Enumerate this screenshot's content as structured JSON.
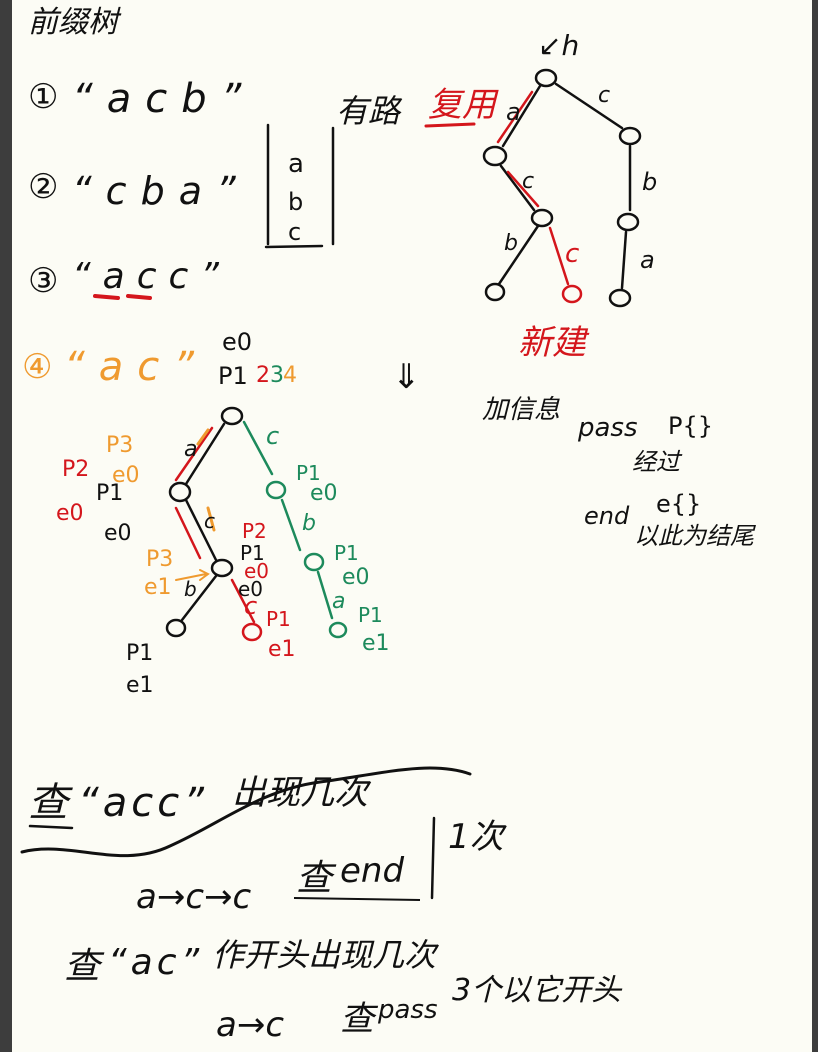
{
  "title": "前缀树",
  "words": [
    {
      "index": "①",
      "text": "“acb”"
    },
    {
      "index": "②",
      "text": "“cba”"
    },
    {
      "index": "③",
      "text": "“acc”"
    },
    {
      "index": "④",
      "text": "“ac”"
    }
  ],
  "stack": [
    "a",
    "b",
    "c"
  ],
  "path_note": "有路",
  "reuse_note": "复用",
  "new_note": "新建",
  "top_tree": {
    "root_label": "↙h",
    "edges": [
      "a",
      "c",
      "c",
      "b",
      "b",
      "a",
      "c"
    ]
  },
  "arrow_down": "⇓",
  "info": {
    "line1_prefix": "加信息",
    "line1_field": "pass",
    "line1_var": "P{}",
    "line2": "经过",
    "line3_field": "end",
    "line3_var": "e{}",
    "line4": "以此为结尾"
  },
  "bottom_tree": {
    "root_e": "e0",
    "root_p_black": "P1",
    "root_p_red": "2",
    "root_p_green": "3",
    "root_p_orange": "4",
    "labels": {
      "left_p2": "P2",
      "left_p3": "P3",
      "left_e0_orange": "e0",
      "left_e0_red": "e0",
      "left_p1": "P1",
      "left_e0_black": "e0",
      "mid_p2": "P2",
      "mid_p1": "P1",
      "mid_e0_red": "e0",
      "mid_e0_black": "e0",
      "mid_p3": "P3",
      "mid_e1_orange": "e1",
      "leaf_p1": "P1",
      "leaf_e1": "e1",
      "red_leaf_p1": "P1",
      "red_leaf_e1": "e1",
      "green1_p": "P1",
      "green1_e": "e0",
      "green2_p": "P1",
      "green2_e": "e0",
      "green3_p": "P1",
      "green3_e": "e1"
    },
    "edges": {
      "a": "a",
      "c_green": "c",
      "c_mid": "c",
      "b_left": "b",
      "c_red": "c",
      "b_green": "b",
      "a_green": "a"
    }
  },
  "query1": {
    "prefix": "查",
    "word": "“acc”",
    "suffix": "出现几次",
    "path": "a→c→c",
    "check": "查",
    "field": "end",
    "result": "1次"
  },
  "query2": {
    "prefix": "查",
    "word": "“ac”",
    "suffix": "作开头出现几次",
    "path": "a→c",
    "check": "查",
    "field": "pass",
    "result": "3个以它开头"
  },
  "colors": {
    "ink": "#111111",
    "red": "#d4161c",
    "green": "#1d8a5c",
    "orange": "#ef9a2f",
    "paper": "#fcfcf5"
  }
}
